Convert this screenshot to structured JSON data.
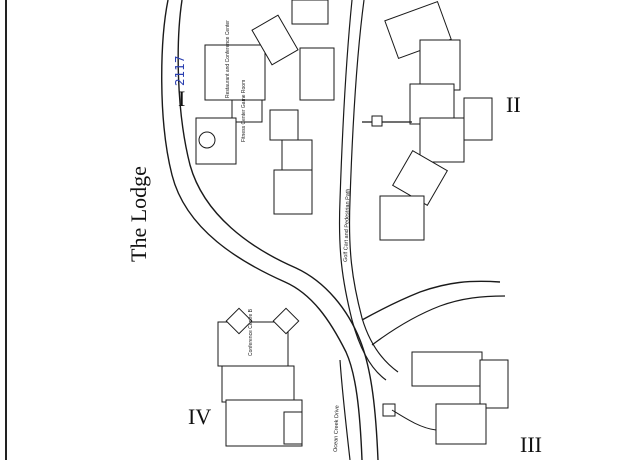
{
  "title": "The Lodge",
  "buildings": [
    {
      "id": "I",
      "label": "I"
    },
    {
      "id": "II",
      "label": "II"
    },
    {
      "id": "III",
      "label": "III"
    },
    {
      "id": "IV",
      "label": "IV"
    }
  ],
  "facilities": {
    "restaurant": "Restaurant and Conference Center",
    "conference_b": "Conference Centre B",
    "game_room": "Fitness Center Game Room"
  },
  "roads": {
    "golf_cart_path": "Golf Cart and Pedestrian Path",
    "ocean_creek_drive": "Ocean Creek Drive"
  },
  "annotation": {
    "handwritten_unit": "2117"
  }
}
